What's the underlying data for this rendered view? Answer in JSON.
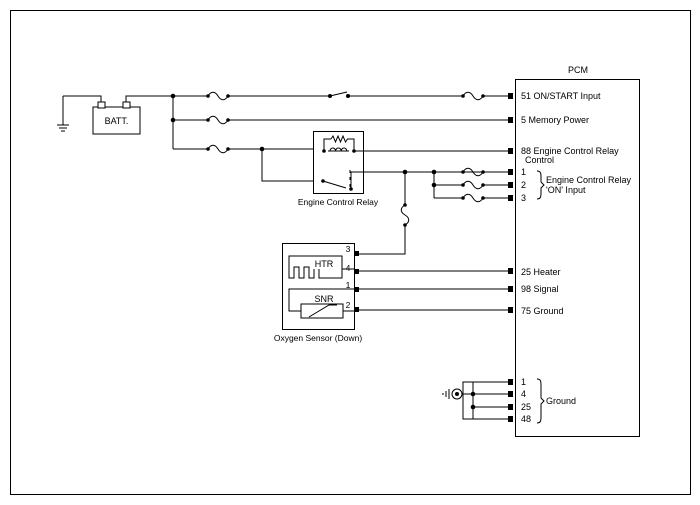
{
  "battery": {
    "label": "BATT."
  },
  "pcm": {
    "title": "PCM",
    "pins": [
      {
        "num": "51",
        "label": "ON/START Input"
      },
      {
        "num": "5",
        "label": "Memory Power"
      },
      {
        "num": "88",
        "label": "Engine Control Relay",
        "label2": "Control"
      },
      {
        "num": "25",
        "label": "Heater"
      },
      {
        "num": "98",
        "label": "Signal"
      },
      {
        "num": "75",
        "label": "Ground"
      }
    ],
    "relay_input_pins": [
      "1",
      "2",
      "3"
    ],
    "relay_input_label": [
      "Engine Control Relay",
      "'ON' Input"
    ],
    "ground_pins": [
      "1",
      "4",
      "25",
      "48"
    ],
    "ground_label": "Ground"
  },
  "relay": {
    "label": "Engine Control Relay"
  },
  "sensor": {
    "label": "Oxygen Sensor (Down)",
    "heater_label": "HTR",
    "sensor_label": "SNR",
    "pins": [
      "3",
      "4",
      "1",
      "2"
    ]
  }
}
